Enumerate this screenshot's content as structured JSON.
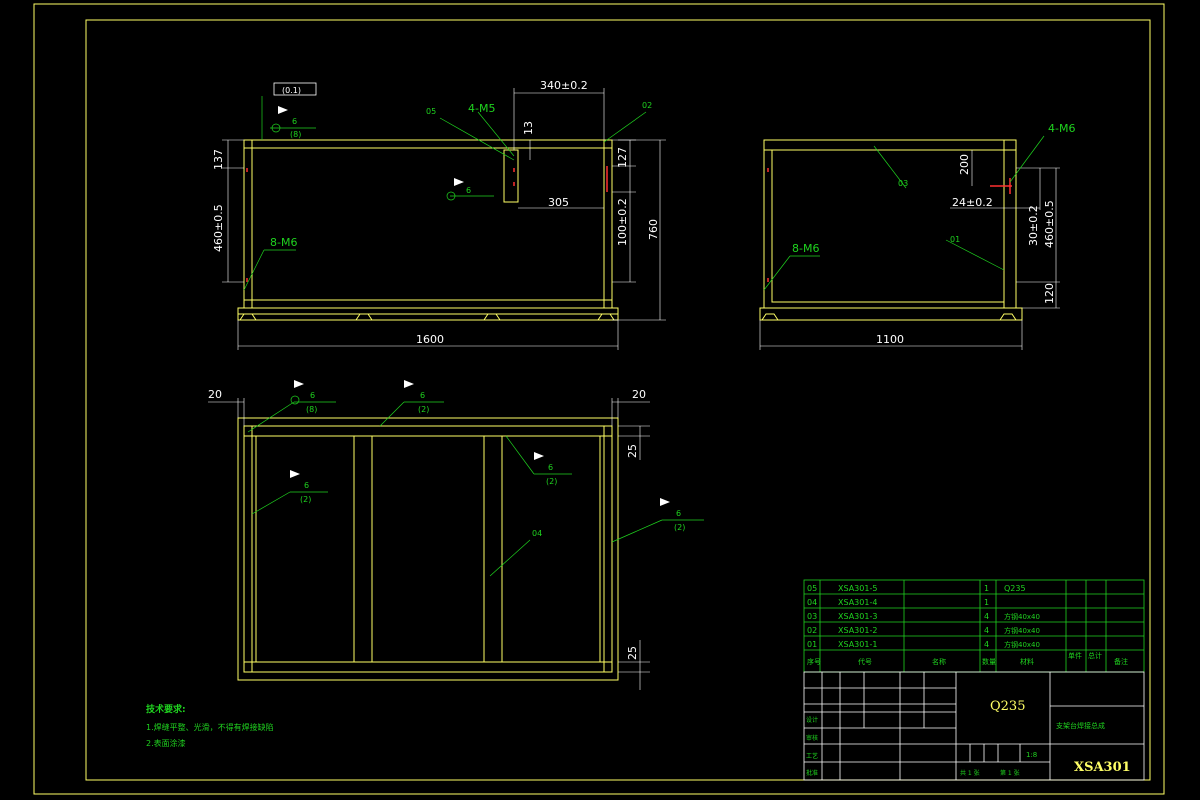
{
  "drawing": {
    "front_view": {
      "dims": {
        "d340": "340±0.2",
        "d13": "13",
        "d137": "137",
        "d127": "127",
        "d460": "460±0.5",
        "d100": "100±0.2",
        "d760": "760",
        "d305": "305",
        "d1600": "1600"
      },
      "callouts": {
        "tol": "(0.1)",
        "m5": "4-M5",
        "m6": "8-M6",
        "p05": "05",
        "p02": "02"
      },
      "welds": {
        "w1_size": "6",
        "w1_note": "(8)",
        "w2_size": "6"
      }
    },
    "side_view": {
      "dims": {
        "d200": "200",
        "d24": "24±0.2",
        "d30": "30±0.2",
        "d460": "460±0.5",
        "d120": "120",
        "d1100": "1100"
      },
      "callouts": {
        "m6a": "4-M6",
        "m6b": "8-M6",
        "p03": "03",
        "p01": "01"
      }
    },
    "top_view": {
      "dims": {
        "d20a": "20",
        "d20b": "20",
        "d25a": "25",
        "d25b": "25"
      },
      "callouts": {
        "p04": "04"
      },
      "welds": {
        "a_size": "6",
        "a_note": "(8)",
        "b_size": "6",
        "b_note": "(2)",
        "c_size": "6",
        "c_note": "(2)",
        "d_size": "6",
        "d_note": "(2)",
        "e_size": "6",
        "e_note": "(2)"
      }
    },
    "notes": {
      "title": "技术要求:",
      "line1": "1.焊缝平整、光滑，不得有焊接缺陷",
      "line2": "2.表面涂漆"
    },
    "bom": {
      "rows": [
        {
          "no": "05",
          "code": "XSA301-5",
          "name": "",
          "qty": "1",
          "material": "Q235"
        },
        {
          "no": "04",
          "code": "XSA301-4",
          "name": "",
          "qty": "1",
          "material": ""
        },
        {
          "no": "03",
          "code": "XSA301-3",
          "name": "",
          "qty": "4",
          "material": "方钢40x40"
        },
        {
          "no": "02",
          "code": "XSA301-2",
          "name": "",
          "qty": "4",
          "material": "方钢40x40"
        },
        {
          "no": "01",
          "code": "XSA301-1",
          "name": "",
          "qty": "4",
          "material": "方钢40x40"
        }
      ],
      "header": {
        "no": "序号",
        "code": "代号",
        "name": "名称",
        "qty": "数量",
        "material": "材料",
        "weight_single": "单件",
        "weight_total": "总计",
        "remark": "备注"
      }
    },
    "title_block": {
      "material": "Q235",
      "drawing_no": "XSA301",
      "part_name": "支架台焊接总成",
      "scale": "1:8",
      "sheets": "共 1 张",
      "sheet": "第 1 张",
      "row_labels": {
        "design": "设计",
        "check": "审核",
        "process": "工艺",
        "approve": "批准"
      }
    },
    "colors": {
      "bg": "#000000",
      "line": "#ffff66",
      "text": "#1fd31f",
      "accent": "#ff3030",
      "white": "#ffffff"
    }
  }
}
